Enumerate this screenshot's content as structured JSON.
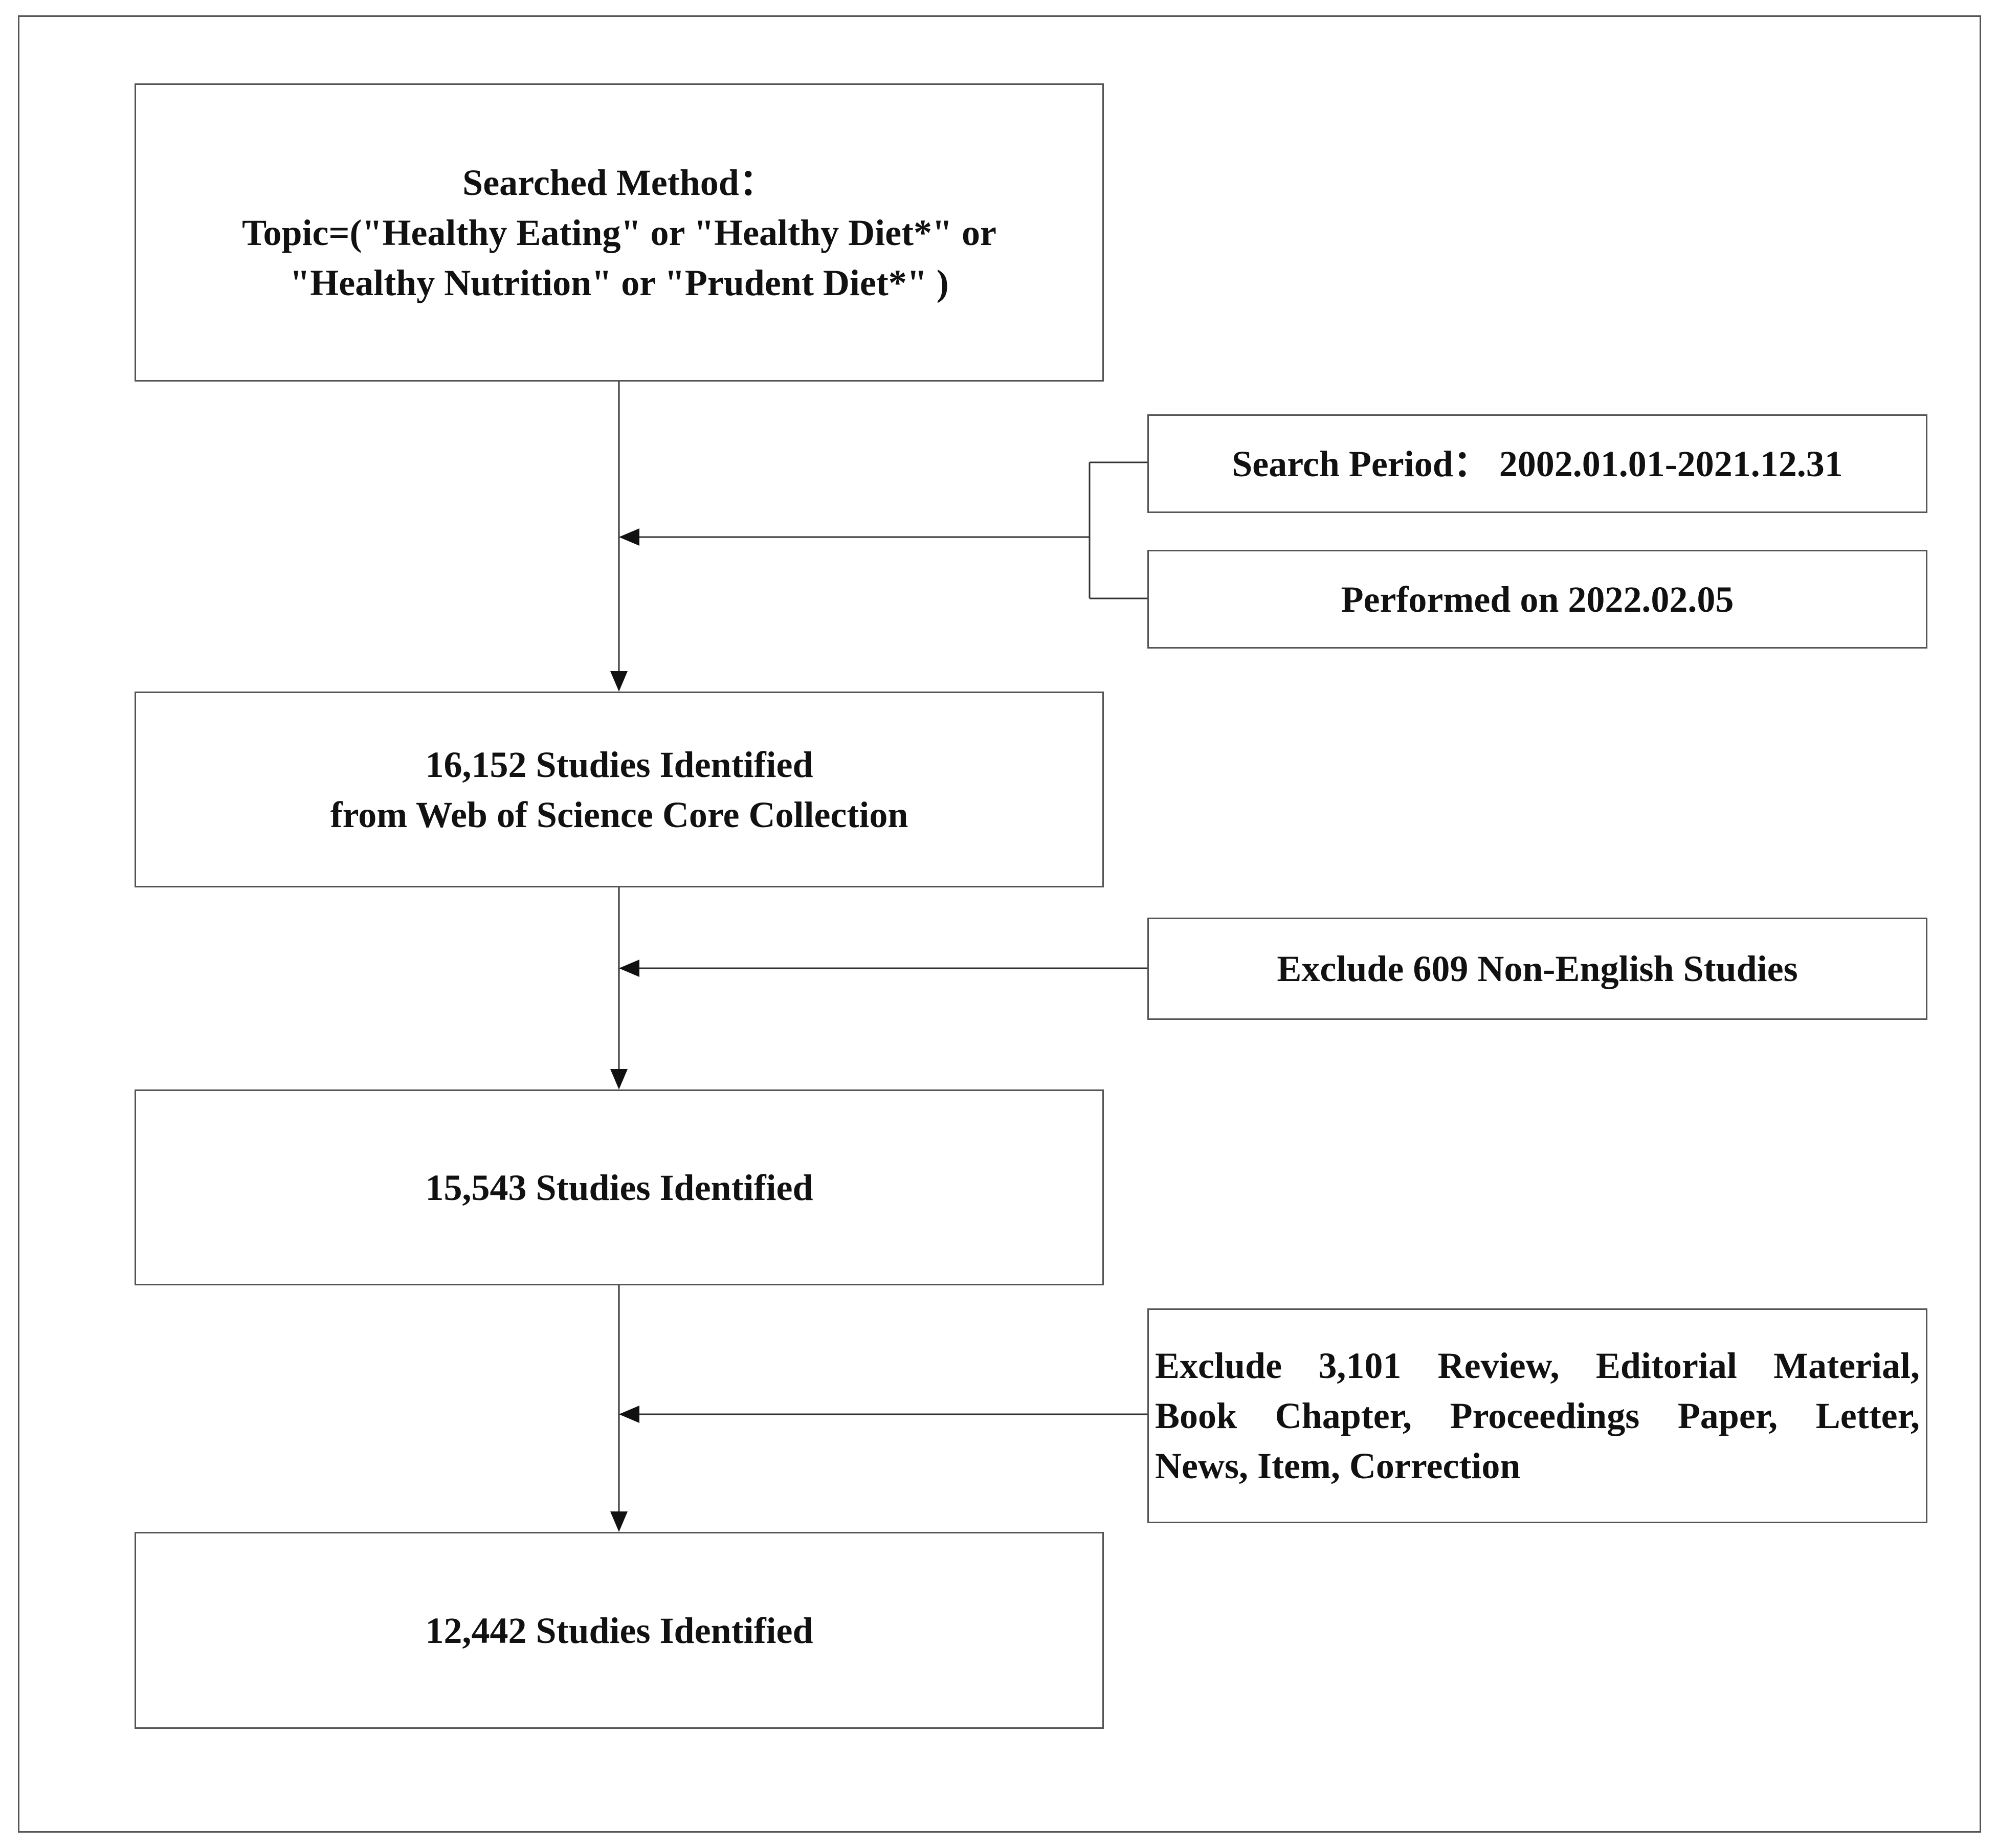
{
  "diagram": {
    "search_method": {
      "line1": "Searched Method：",
      "line2": "Topic=(\"Healthy Eating\" or \"Healthy Diet*\" or",
      "line3": "\"Healthy Nutrition\" or \"Prudent Diet*\" )"
    },
    "search_period": "Search Period： 2002.01.01-2021.12.31",
    "performed_on": "Performed on 2022.02.05",
    "identified_16152": {
      "line1": "16,152 Studies Identified",
      "line2": "from Web of Science Core Collection"
    },
    "exclude_609": "Exclude 609 Non-English Studies",
    "identified_15543": "15,543 Studies Identified",
    "exclude_3101": {
      "line1": "Exclude 3,101 Review, Editorial Material,",
      "line2": "Book Chapter, Proceedings Paper, Letter,",
      "line3": "News, Item, Correction"
    },
    "identified_12442": "12,442 Studies Identified"
  },
  "colors": {
    "stroke": "#555555",
    "text": "#111111",
    "background": "#ffffff"
  }
}
